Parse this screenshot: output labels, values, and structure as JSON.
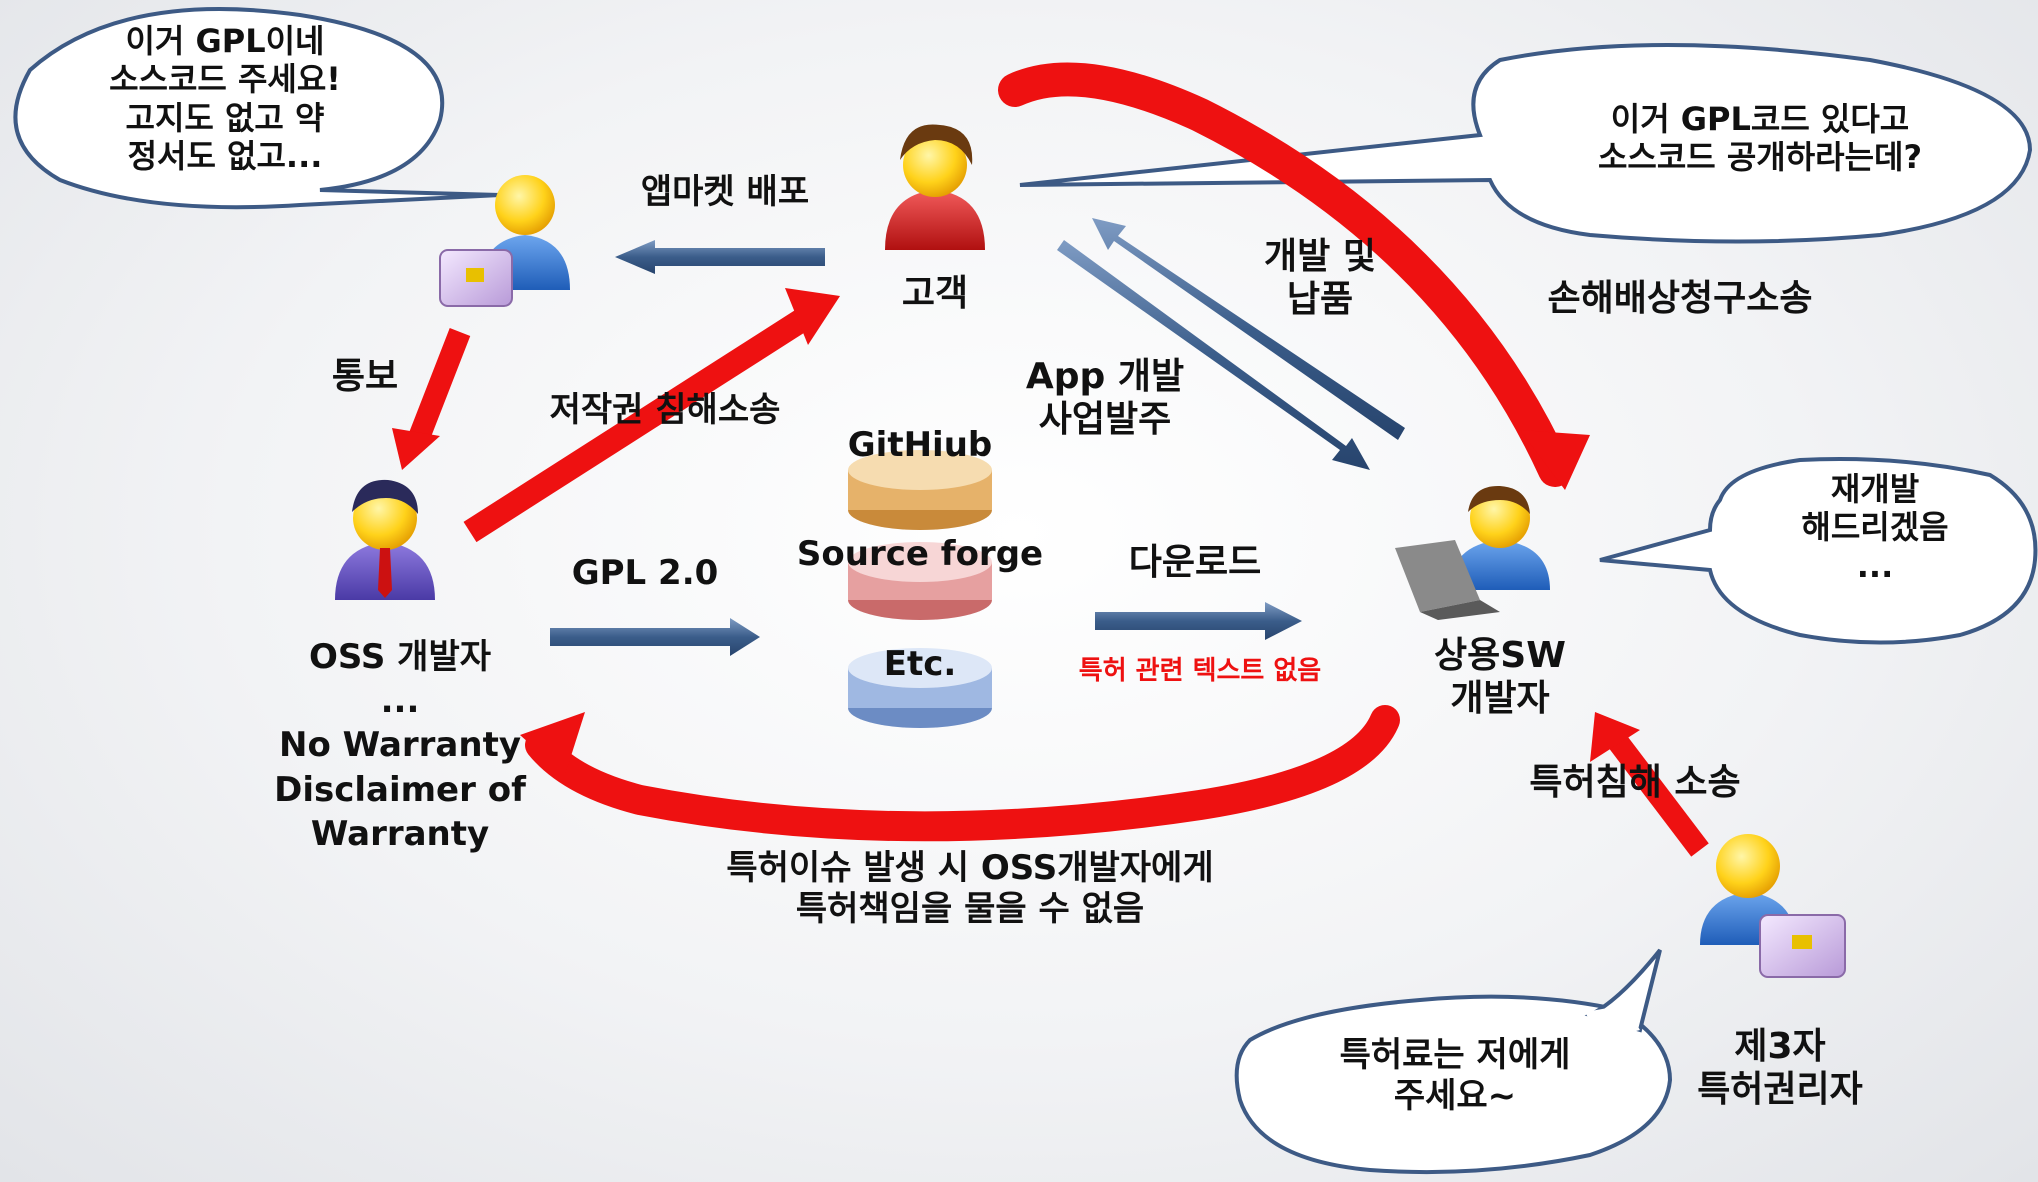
{
  "bubbles": {
    "oss_complainer": "이거 GPL이네\n소스코드 주세요!\n고지도 없고 약\n정서도 없고...",
    "customer_request": "이거 GPL코드 있다고\n소스코드 공개하라는데?",
    "developer_offer": "재개발\n해드리겠음\n...",
    "patent_fee": "특허료는 저에게\n주세요~"
  },
  "labels": {
    "app_market": "앱마켓 배포",
    "customer": "고객",
    "notify": "통보",
    "copyright_suit": "저작권 침해소송",
    "dev_delivery": "개발 및\n납품",
    "app_order": "App 개발\n사업발주",
    "damages_suit": "손해배상청구소송",
    "github": "GitHiub",
    "sourceforge": "Source forge",
    "etc": "Etc.",
    "gpl": "GPL 2.0",
    "download": "다운로드",
    "no_patent_text": "특허 관련 텍스트 없음",
    "oss_dev": "OSS 개발자\n...\nNo Warranty\nDisclaimer of Warranty",
    "commercial_dev": "상용SW\n개발자",
    "patent_suit": "특허침해 소송",
    "patent_issue": "특허이슈 발생 시 OSS개발자에게\n특허책임을 물을 수 없음",
    "patent_holder": "제3자\n특허권리자"
  },
  "colors": {
    "red_arrow": "#ee1111",
    "blue_arrow": "#3b5d8a",
    "no_patent_text": "#ee1111",
    "bubble_border": "#3d5a85"
  }
}
